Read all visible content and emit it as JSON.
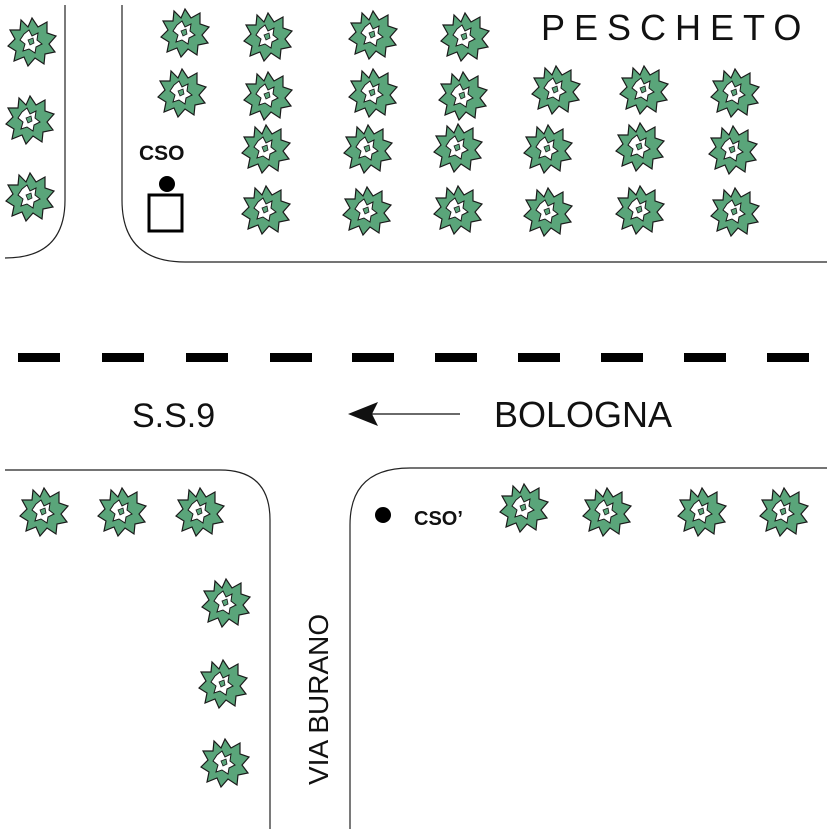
{
  "labels": {
    "area_name": "PESCHETO",
    "road_name": "S.S.9",
    "direction": "BOLOGNA",
    "side_street": "VIA BURANO",
    "marker_1": "CSO",
    "marker_2": "CSO’"
  },
  "icons": {
    "tree": "tree-icon",
    "arrow": "arrow-left-icon",
    "marker": "filled-dot-icon",
    "station": "station-box-icon"
  },
  "colors": {
    "tree_fill": "#5aa57a",
    "tree_stroke": "#1a1a1a",
    "road_edge": "#222222",
    "lane_dash": "#000000"
  }
}
